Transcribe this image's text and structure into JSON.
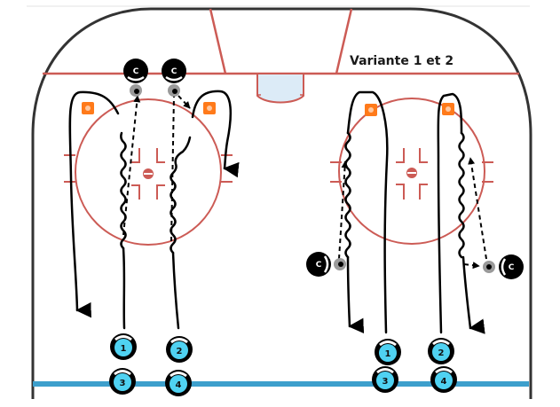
{
  "diagram": {
    "title": "Variante 1 et 2",
    "colors": {
      "boards": "#333333",
      "rink_lines": "#cc5b55",
      "blue_line": "#3d9fcc",
      "crease": "#dcebf7",
      "player_fill": "#4fd2f2",
      "coach_fill": "#000000",
      "cone": "#ff7a1a",
      "puck_shadow": "#9a9a9a",
      "paths": "#000000"
    },
    "coaches": [
      {
        "label": "C",
        "group": "left"
      },
      {
        "label": "C",
        "group": "left"
      },
      {
        "label": "C",
        "group": "right"
      },
      {
        "label": "C",
        "group": "right"
      }
    ],
    "players": [
      {
        "label": "1",
        "group": "left"
      },
      {
        "label": "3",
        "group": "left"
      },
      {
        "label": "2",
        "group": "left"
      },
      {
        "label": "4",
        "group": "left"
      },
      {
        "label": "1",
        "group": "right"
      },
      {
        "label": "3",
        "group": "right"
      },
      {
        "label": "2",
        "group": "right"
      },
      {
        "label": "4",
        "group": "right"
      }
    ],
    "legend_icons": [
      "cone-icon",
      "faceoff-dot-icon",
      "puck-icon",
      "arrow-icon"
    ]
  }
}
